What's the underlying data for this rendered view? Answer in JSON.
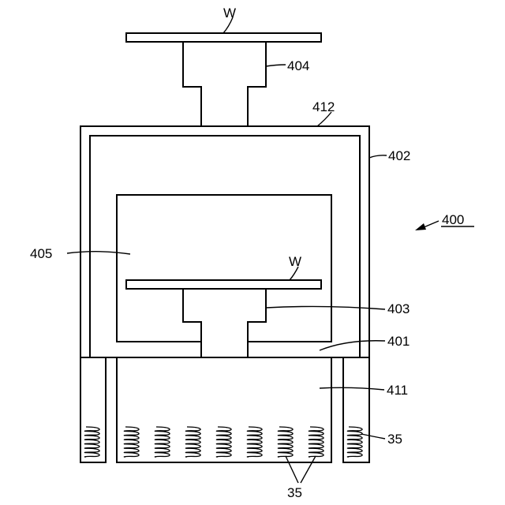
{
  "labels": {
    "wafer_top": "W",
    "wafer_inner": "W",
    "stage_top": "404",
    "lid": "412",
    "chamber": "402",
    "apparatus": "400",
    "inner_chamber": "405",
    "stage_inner": "403",
    "floor": "401",
    "base": "411",
    "spring_right": "35",
    "spring_bottom": "35"
  }
}
